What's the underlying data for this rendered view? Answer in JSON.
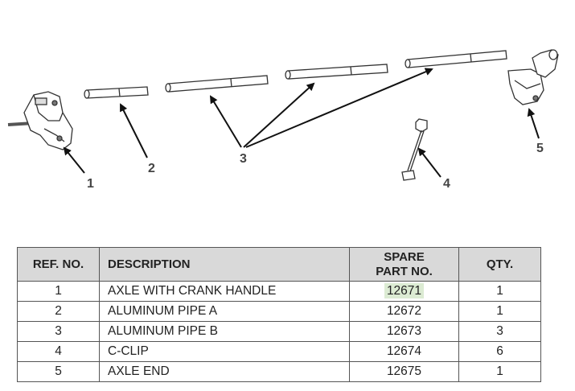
{
  "callouts": {
    "c1": "1",
    "c2": "2",
    "c3": "3",
    "c4": "4",
    "c5": "5"
  },
  "table": {
    "headers": {
      "ref": "REF. NO.",
      "description": "DESCRIPTION",
      "spare_line1": "SPARE",
      "spare_line2": "PART NO.",
      "qty": "QTY."
    },
    "rows": [
      {
        "ref": "1",
        "description": "AXLE WITH CRANK HANDLE",
        "part": "12671",
        "qty": "1"
      },
      {
        "ref": "2",
        "description": "ALUMINUM PIPE A",
        "part": "12672",
        "qty": "1"
      },
      {
        "ref": "3",
        "description": "ALUMINUM PIPE B",
        "part": "12673",
        "qty": "3"
      },
      {
        "ref": "4",
        "description": "C-CLIP",
        "part": "12674",
        "qty": "6"
      },
      {
        "ref": "5",
        "description": "AXLE END",
        "part": "12675",
        "qty": "1"
      }
    ]
  },
  "highlight_color": "#dcebd3"
}
